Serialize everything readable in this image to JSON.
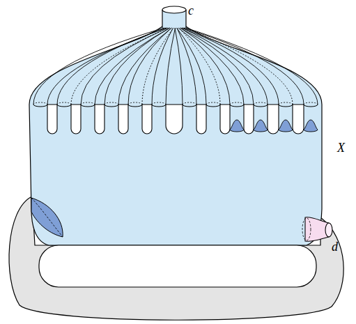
{
  "diagram": {
    "labels": [
      "c",
      "X",
      "d"
    ]
  }
}
